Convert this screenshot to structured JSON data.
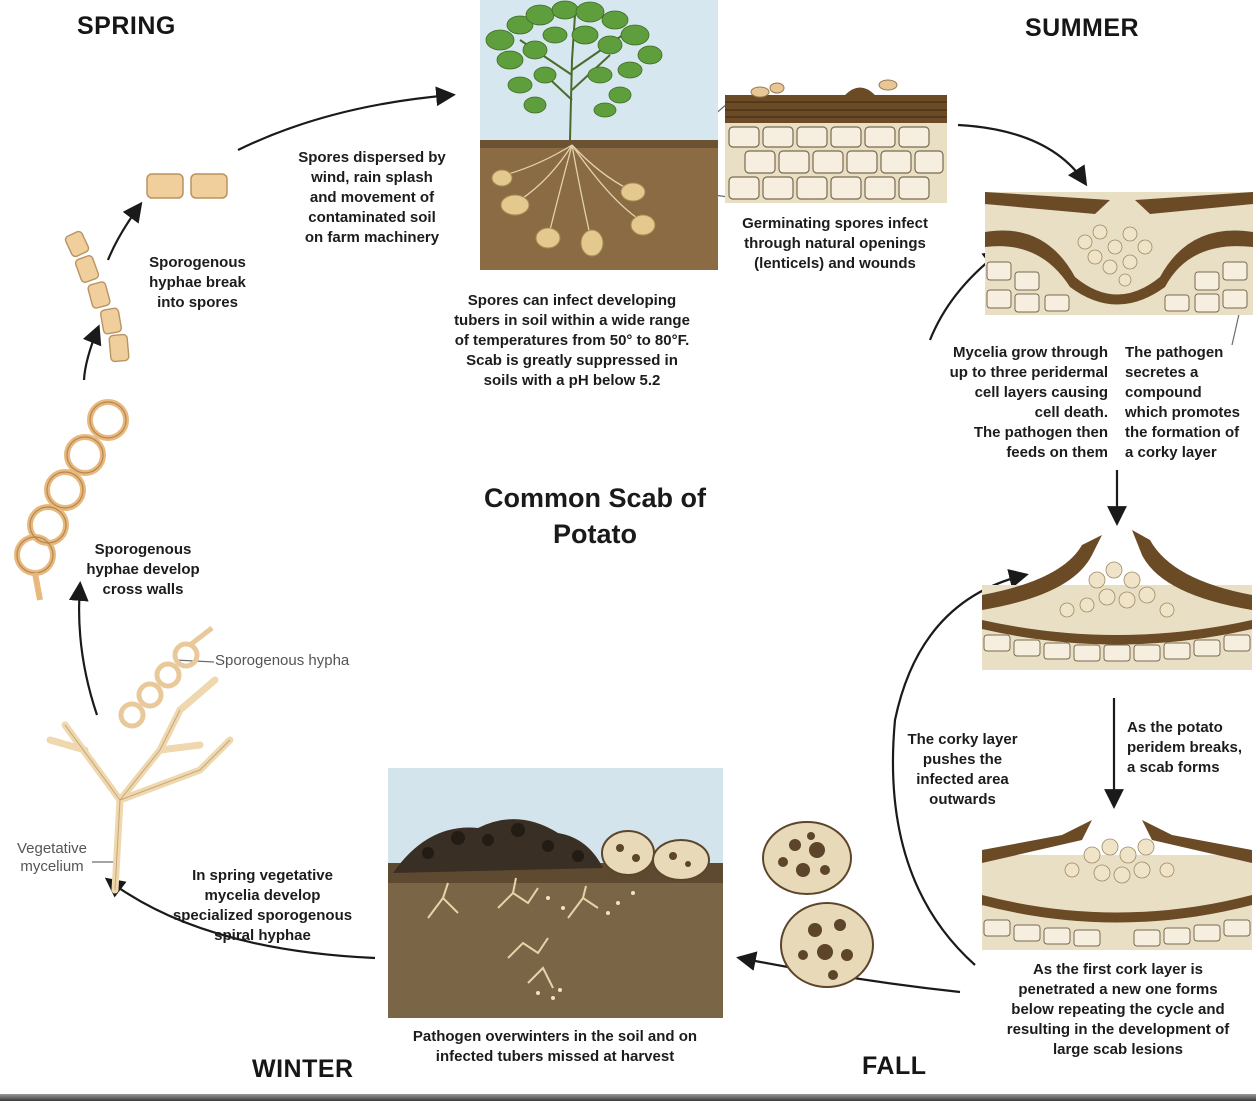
{
  "title": "Common Scab of\nPotato",
  "seasons": {
    "spring": "SPRING",
    "summer": "SUMMER",
    "fall": "FALL",
    "winter": "WINTER"
  },
  "captions": {
    "spores_dispersed": "Spores dispersed by\nwind, rain splash\nand movement of\ncontaminated soil\non farm machinery",
    "hyphae_break": "Sporogenous\nhyphae break\ninto spores",
    "spores_infect_tubers": "Spores can infect developing\ntubers in soil within a wide range\nof temperatures from 50° to 80°F.\nScab is greatly suppressed in\nsoils with a pH below 5.2",
    "germinating_spores": "Germinating spores infect\nthrough natural openings\n(lenticels) and wounds",
    "mycelia_grow": "Mycelia grow through\nup to three peridermal\ncell layers causing\ncell death.\nThe pathogen then\nfeeds on them",
    "pathogen_secretes": "The pathogen\nsecretes a\ncompound\nwhich promotes\nthe formation of\na corky layer",
    "cross_walls": "Sporogenous\nhyphae develop\ncross walls",
    "corky_layer_pushes": "The corky layer\npushes the\ninfected area\noutwards",
    "peridem_breaks": "As the potato\nperidem breaks,\na scab forms",
    "first_cork_layer": "As the first cork layer is\npenetrated a new one forms\nbelow repeating the cycle and\nresulting in the development of\nlarge scab lesions",
    "spring_vegetative": "In spring vegetative\nmycelia develop\nspecialized sporogenous\nspiral hyphae",
    "overwinters": "Pathogen overwinters in the soil and on\ninfected tubers missed at harvest"
  },
  "labels": {
    "sporogenous_hypha": "Sporogenous hypha",
    "vegetative_mycelium": "Vegetative\nmycelium"
  },
  "colors": {
    "hypha_fill": "#f0cf9c",
    "hypha_stroke": "#b99361",
    "soil": "#7a5e3b",
    "sky": "#cfe3ee",
    "cork": "#6b4a26",
    "cell_fill": "#f6efdf",
    "leaf": "#5f9e3d",
    "arrow": "#1a1a1a"
  }
}
